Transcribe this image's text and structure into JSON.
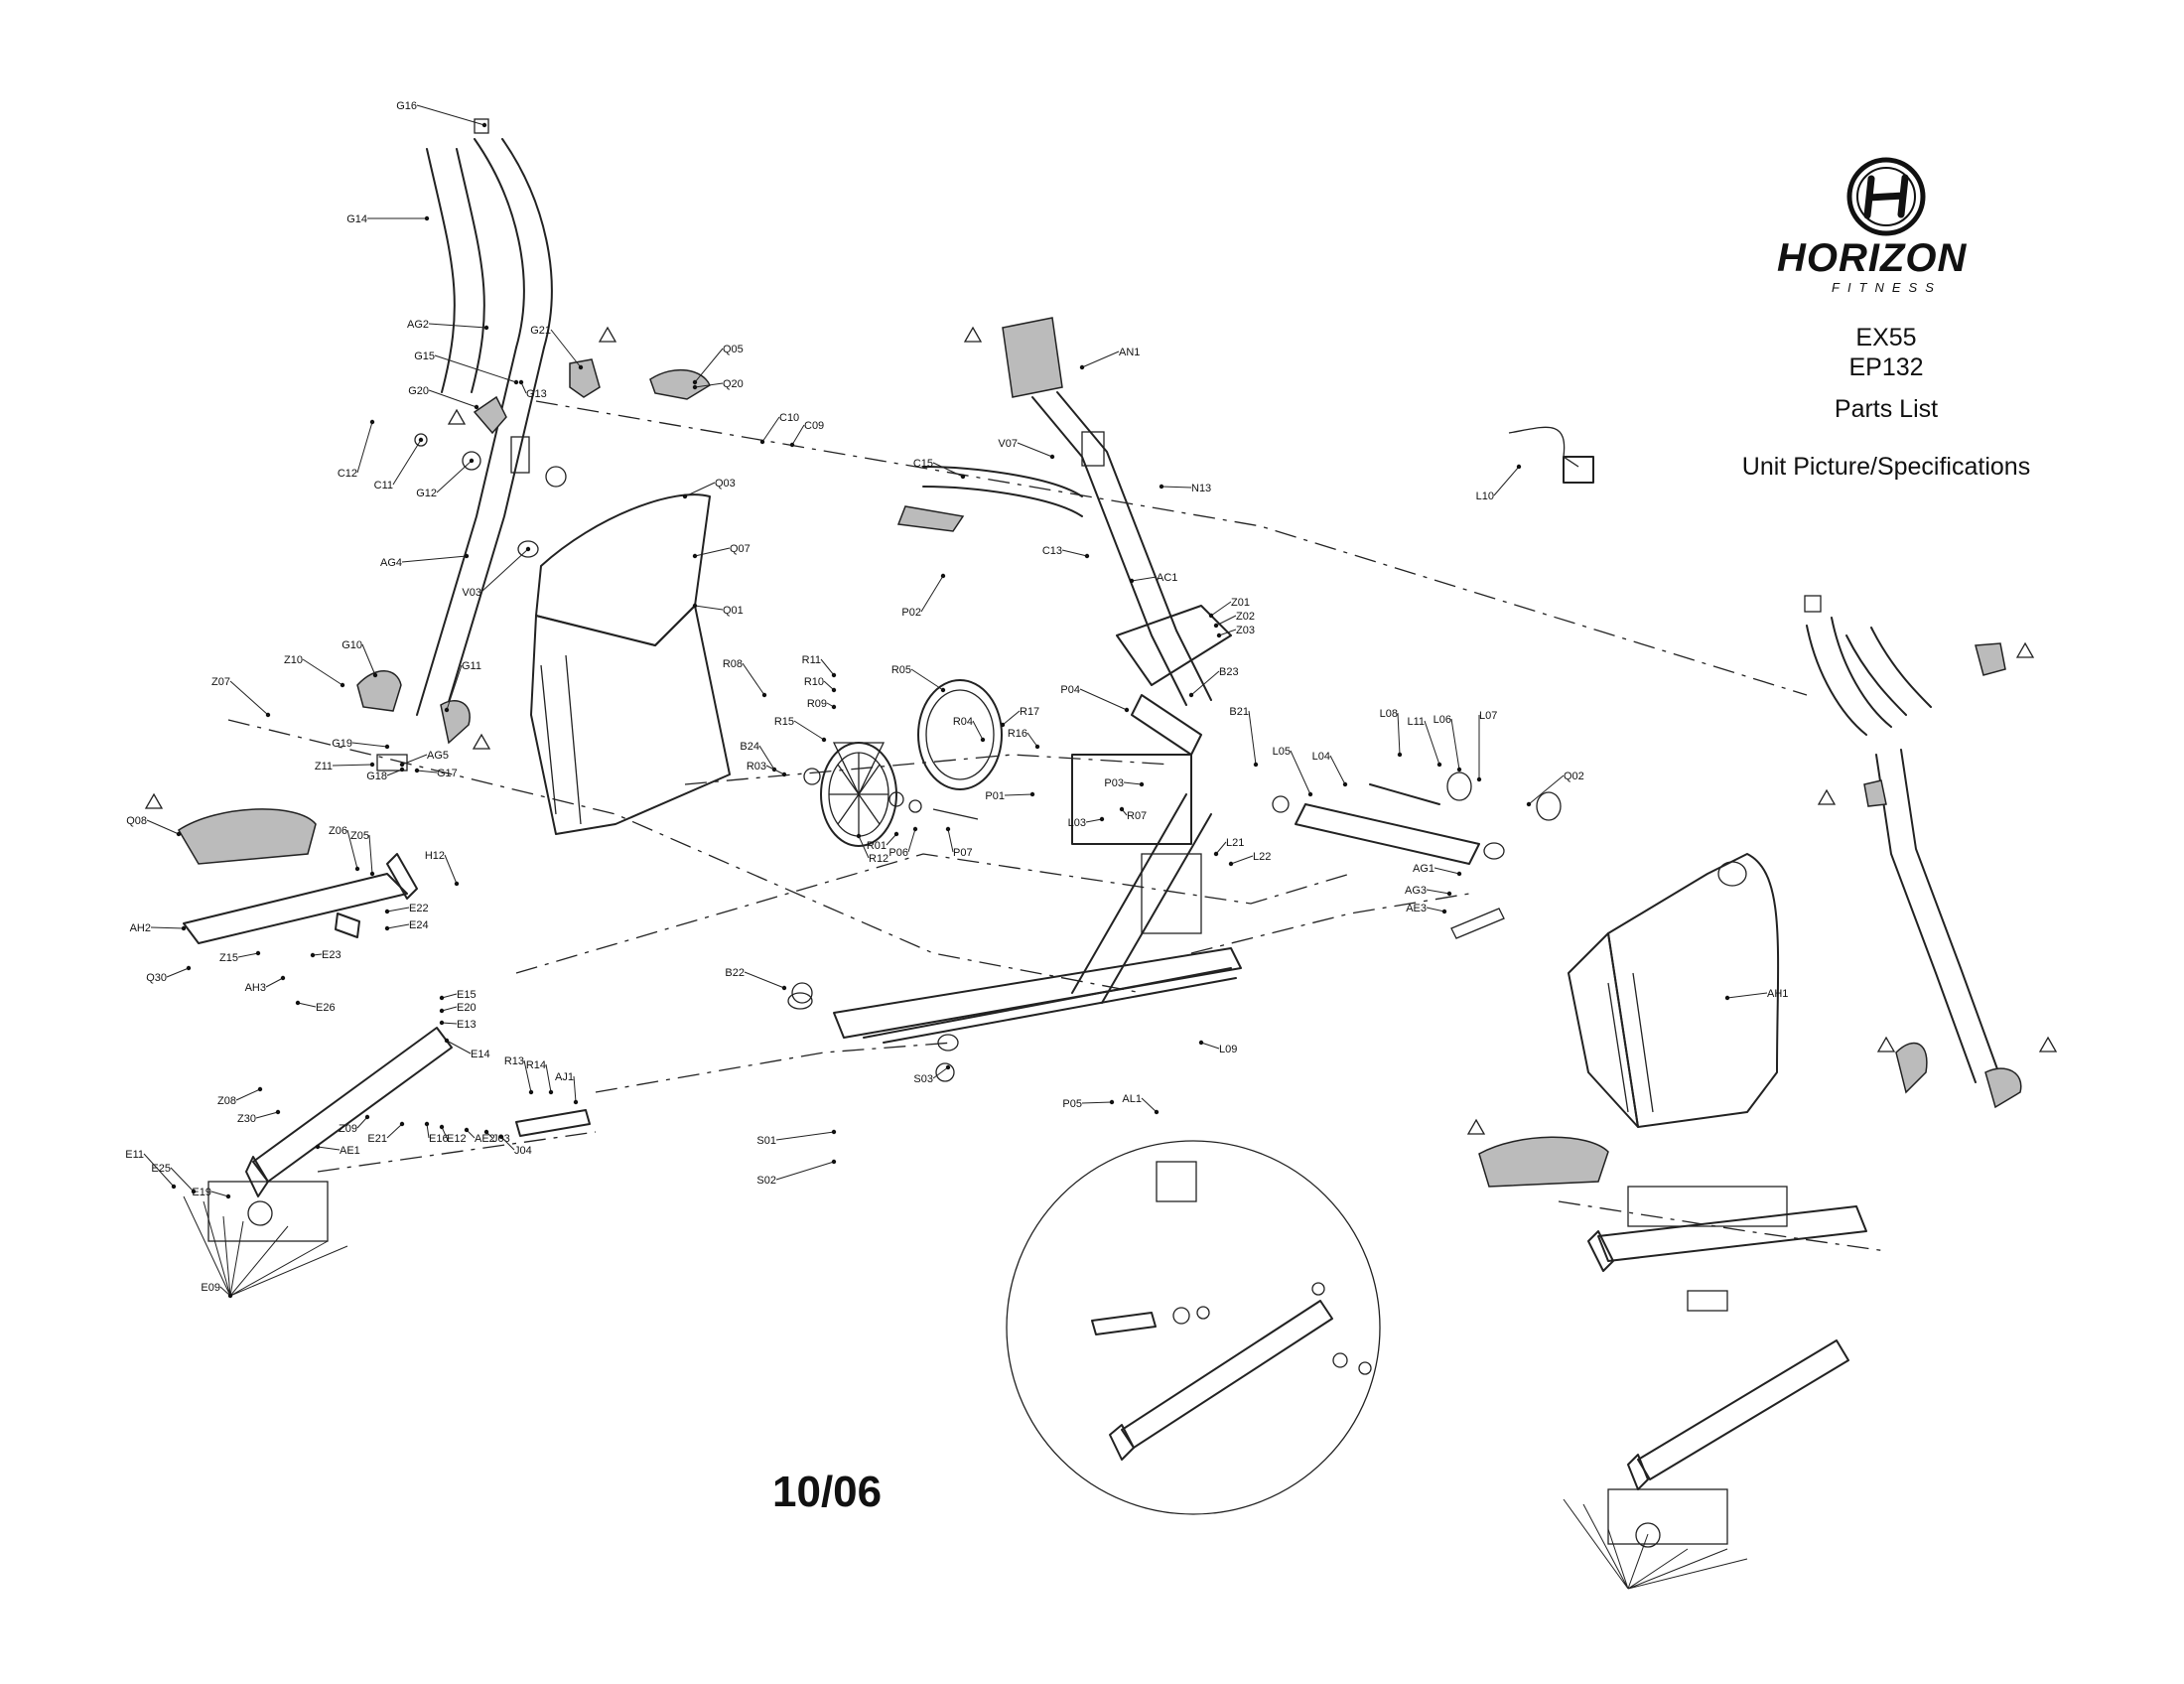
{
  "brand": {
    "name": "HORIZON",
    "sub": "FITNESS"
  },
  "document": {
    "model_1": "EX55",
    "model_2": "EP132",
    "title": "Parts List",
    "subtitle": "Unit Picture/Specifications",
    "date": "10/06"
  },
  "parts": [
    "G16",
    "G14",
    "AG2",
    "G15",
    "G13",
    "G21",
    "Q05",
    "Q20",
    "G20",
    "G12",
    "C11",
    "C12",
    "AG4",
    "V03",
    "Q03",
    "Q07",
    "Q01",
    "C10",
    "C09",
    "Z10",
    "G10",
    "G11",
    "G19",
    "AG5",
    "Z11",
    "G18",
    "G17",
    "Z06",
    "Z05",
    "H12",
    "Z07",
    "Q08",
    "AH2",
    "E22",
    "E24",
    "Q30",
    "Z15",
    "E23",
    "AH3",
    "E26",
    "E14",
    "E13",
    "E20",
    "E15",
    "Z08",
    "Z30",
    "Z09",
    "E21",
    "E16",
    "E12",
    "AE2",
    "J03",
    "J04",
    "R13",
    "R14",
    "AJ1",
    "AE1",
    "E11",
    "E25",
    "E19",
    "E09",
    "AN1",
    "V07",
    "C15",
    "N13",
    "C13",
    "AC1",
    "P02",
    "Z01",
    "Z02",
    "Z03",
    "B23",
    "P04",
    "R11",
    "R10",
    "R09",
    "R08",
    "R05",
    "R15",
    "B24",
    "R17",
    "R04",
    "R16",
    "R03",
    "R12",
    "R01",
    "P06",
    "P07",
    "P03",
    "P01",
    "R07",
    "L03",
    "L21",
    "L22",
    "B21",
    "B22",
    "S03",
    "S01",
    "S02",
    "P05",
    "AL1",
    "L09",
    "L10",
    "L05",
    "L04",
    "L08",
    "L11",
    "L06",
    "L07",
    "Q02",
    "AG1",
    "AG3",
    "AE3",
    "AH1"
  ]
}
